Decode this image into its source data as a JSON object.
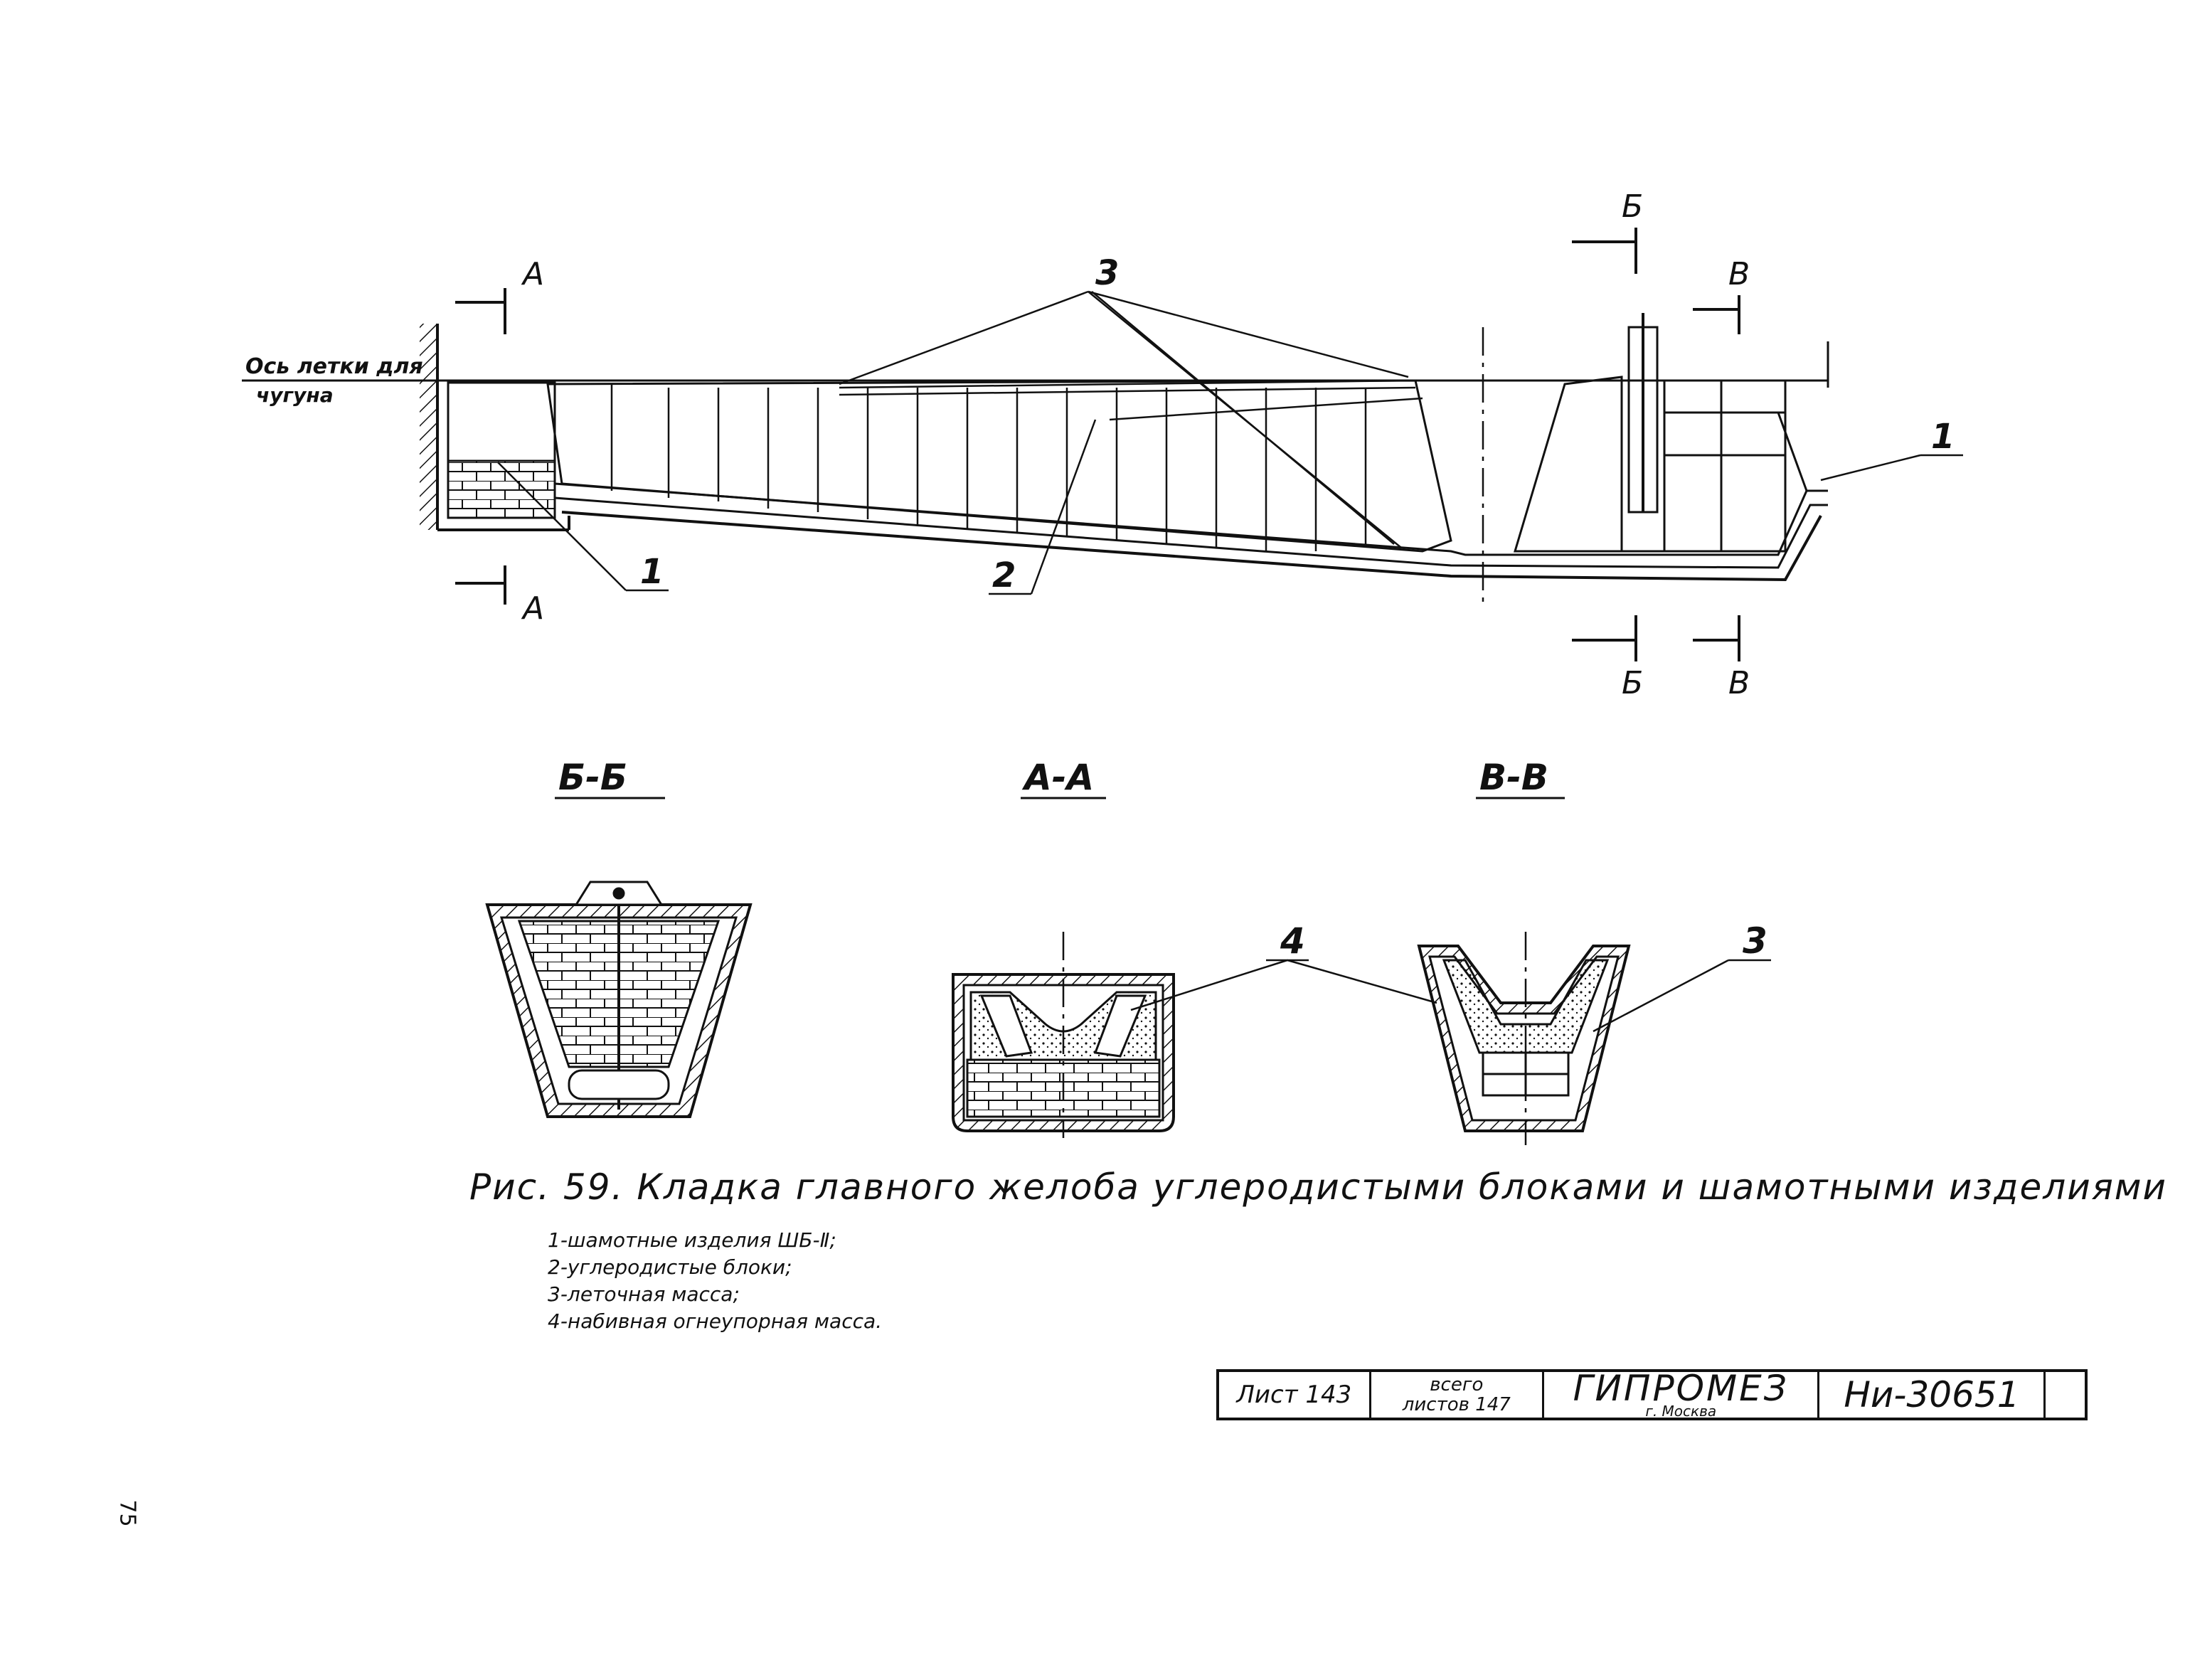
{
  "top_view": {
    "axis_label_line1": "Ось летки для",
    "axis_label_line2": "чугуна",
    "cut_marks": [
      "А",
      "А",
      "Б",
      "Б",
      "В",
      "В"
    ],
    "callouts": [
      "3",
      "1",
      "2",
      "1"
    ]
  },
  "sections": {
    "b_b": "Б-Б",
    "a_a": "А-А",
    "v_v": "В-В",
    "callout_4": "4",
    "callout_3": "3"
  },
  "caption": "Рис. 59. Кладка главного желоба углеродистыми блоками  и шамотными изделиями",
  "legend": [
    "1-шамотные  изделия ШБ-Ⅱ;",
    "2-углеродистые  блоки;",
    "3-леточная   масса;",
    "4-набивная  огнеупорная масса."
  ],
  "stamp": {
    "sheet": "Лист 143",
    "total_line1": "всего",
    "total_line2": "листов 147",
    "org": "ГИПРОМЕЗ",
    "city": "г. Москва",
    "code": "Ни-30651"
  },
  "page_number": "75"
}
